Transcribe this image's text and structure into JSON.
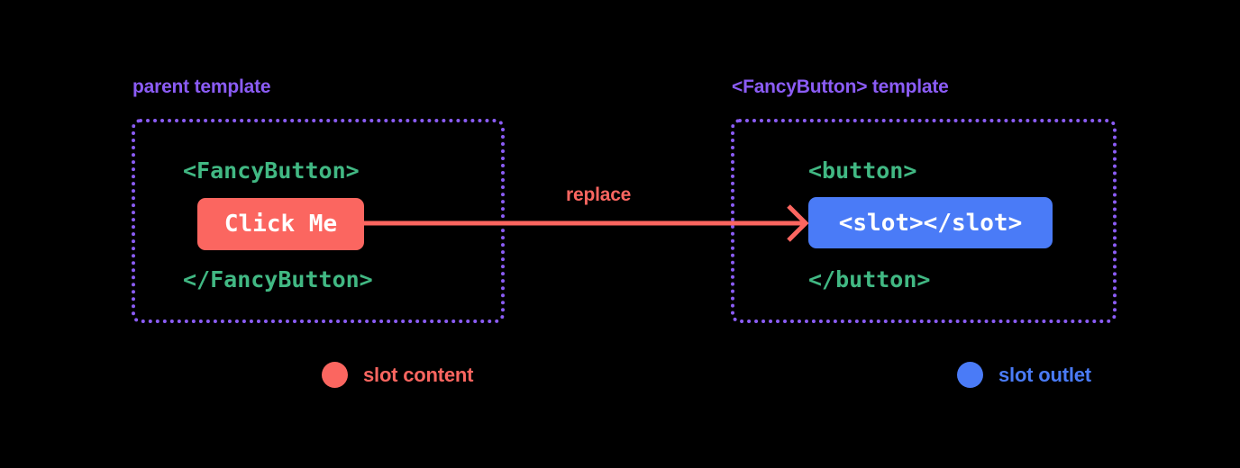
{
  "diagram": {
    "title_semantics": "vue-slot-content-replaces-slot-outlet",
    "background_color": "#000000",
    "colors": {
      "purple": "#8b5cf6",
      "green": "#41b883",
      "red": "#fb6660",
      "blue": "#4a7bf7",
      "white": "#ffffff"
    }
  },
  "panels": [
    {
      "label": "parent template",
      "code_open": "<FancyButton>",
      "code_close": "</FancyButton>",
      "chip": "Click Me",
      "chip_color": "#fb6660"
    },
    {
      "label": "<FancyButton> template",
      "code_open": "<button>",
      "code_close": "</button>",
      "chip": "<slot></slot>",
      "chip_color": "#4a7bf7"
    }
  ],
  "arrow": {
    "label": "replace",
    "color": "#fb6660",
    "direction": "left-to-right"
  },
  "legend": [
    {
      "label": "slot content",
      "color": "#fb6660"
    },
    {
      "label": "slot outlet",
      "color": "#4a7bf7"
    }
  ]
}
